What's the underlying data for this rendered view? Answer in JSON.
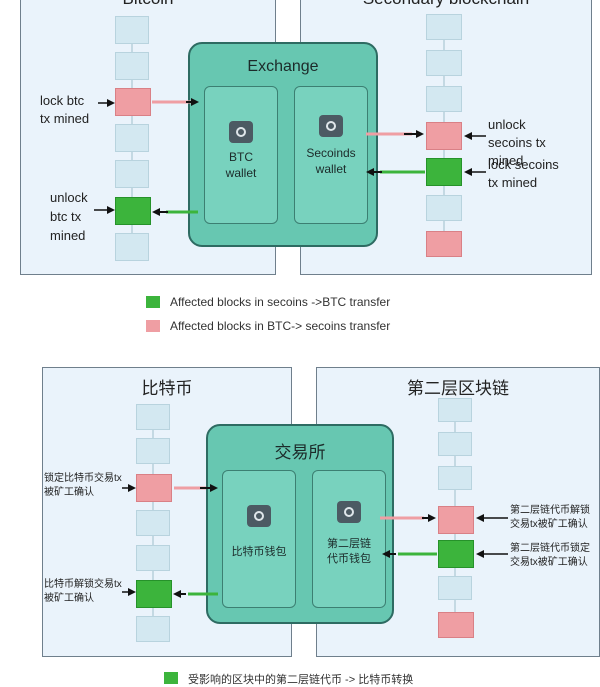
{
  "top": {
    "left_panel_title": "Bitcoin",
    "right_panel_title": "Secondary blockchain",
    "exchange_title": "Exchange",
    "btc_wallet_label": "BTC wallet",
    "secoins_wallet_label": "Secoinds wallet",
    "lock_btc_label": "lock btc tx mined",
    "unlock_btc_label": "unlock btc tx mined",
    "unlock_secoins_label": "unlock secoins tx mined",
    "lock_secoins_label": "lock secoins tx mined",
    "legend_green": "Affected blocks in secoins ->BTC transfer",
    "legend_pink": "Affected blocks in BTC-> secoins transfer"
  },
  "bottom": {
    "left_panel_title": "比特币",
    "right_panel_title": "第二层区块链",
    "exchange_title": "交易所",
    "btc_wallet_label": "比特币钱包",
    "secoins_wallet_label": "第二层链代币钱包",
    "lock_btc_label": "锁定比特币交易tx被矿工确认",
    "unlock_btc_label": "比特币解锁交易tx被矿工确认",
    "unlock_secoins_label": "第二层链代币解锁交易tx被矿工确认",
    "lock_secoins_label": "第二层链代币锁定交易tx被矿工确认",
    "legend_green": "受影响的区块中的第二层链代币 -> 比特币转换"
  },
  "colors": {
    "block_normal": "#d3e8f1",
    "block_pink": "#ef9ea3",
    "block_green": "#3cb43c",
    "exchange": "#67c7b1",
    "panel": "#eaf3fb"
  }
}
